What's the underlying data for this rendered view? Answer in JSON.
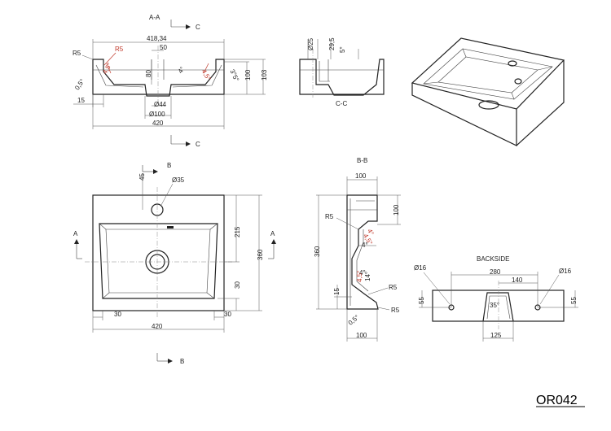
{
  "labels": {
    "aa": "A-A",
    "cc": "C-C",
    "bb": "B-B",
    "backside": "BACKSIDE",
    "c": "C",
    "b": "B",
    "a": "A",
    "model": "OR042"
  },
  "dims": {
    "w41834": "418,34",
    "w50": "50",
    "r5": "R5",
    "h80": "80",
    "h100": "100",
    "h103": "103",
    "h15": "15",
    "d44": "Ø44",
    "d100": "Ø100",
    "w420": "420",
    "a4": "4°",
    "a45": "4,5°",
    "a3": "3°",
    "d25": "Ø25",
    "w295": "29,5",
    "a5": "5°",
    "a05": "0,5°",
    "h45": "45",
    "d35": "Ø35",
    "h215": "215",
    "h360": "360",
    "h30": "30",
    "w30": "30",
    "w100": "100",
    "a14": "14°",
    "d16": "Ø16",
    "w280": "280",
    "w140": "140",
    "h55": "55",
    "a35": "35°",
    "w125": "125"
  }
}
